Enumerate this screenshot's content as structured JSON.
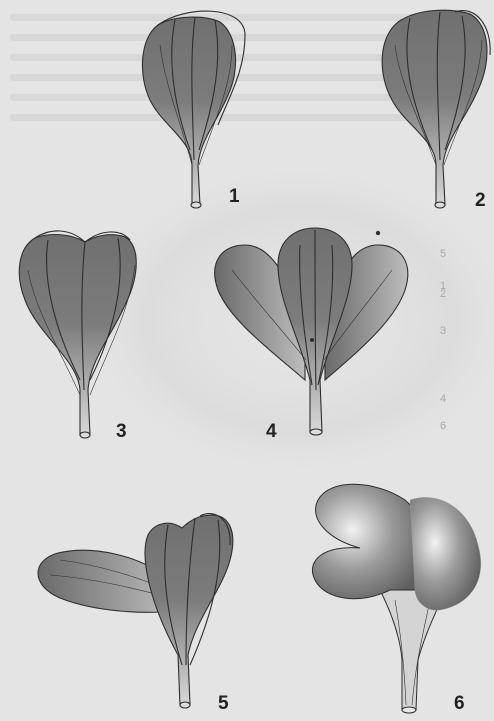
{
  "figures": [
    {
      "label": "1",
      "stage": "closed"
    },
    {
      "label": "2",
      "stage": "closed"
    },
    {
      "label": "3",
      "stage": "closed"
    },
    {
      "label": "4",
      "stage": "opening"
    },
    {
      "label": "5",
      "stage": "one-lobe-open"
    },
    {
      "label": "6",
      "stage": "open"
    }
  ],
  "background_numbers": [
    "5",
    "1",
    "2",
    "3",
    "4",
    "6"
  ],
  "colors": {
    "paper": "#e4e4e4",
    "petal_dark": "#6a6a6a",
    "petal_light": "#d6d6d6",
    "outline": "#303030",
    "label": "#222222"
  }
}
